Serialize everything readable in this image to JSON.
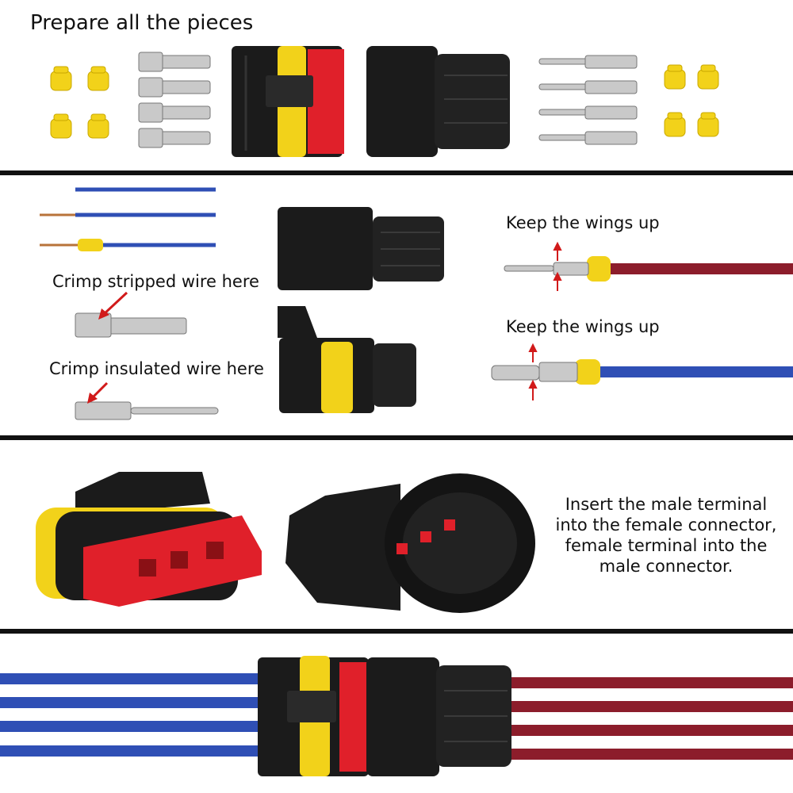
{
  "panel1": {
    "title": "Prepare all the pieces"
  },
  "panel2": {
    "crimp_stripped": "Crimp stripped wire here",
    "crimp_insulated": "Crimp insulated wire here",
    "wings_top": "Keep the wings up",
    "wings_bottom": "Keep the wings up"
  },
  "panel3": {
    "instruction_lines": [
      "Insert the male terminal",
      "into the female connector,",
      "female terminal into the",
      "male connector."
    ]
  },
  "colors": {
    "wire_blue": "#2f4fb5",
    "wire_red": "#8c1d2b",
    "seal_yellow": "#f2d21a",
    "housing_black": "#1b1b1b",
    "lock_red": "#e0202a",
    "arrow_red": "#d11a1a",
    "divider": "#111111"
  },
  "icons": [
    "yellow-seal-icon",
    "female-terminal-icon",
    "male-terminal-icon",
    "female-connector-icon",
    "male-connector-icon",
    "red-arrow-icon",
    "wire-icon"
  ]
}
